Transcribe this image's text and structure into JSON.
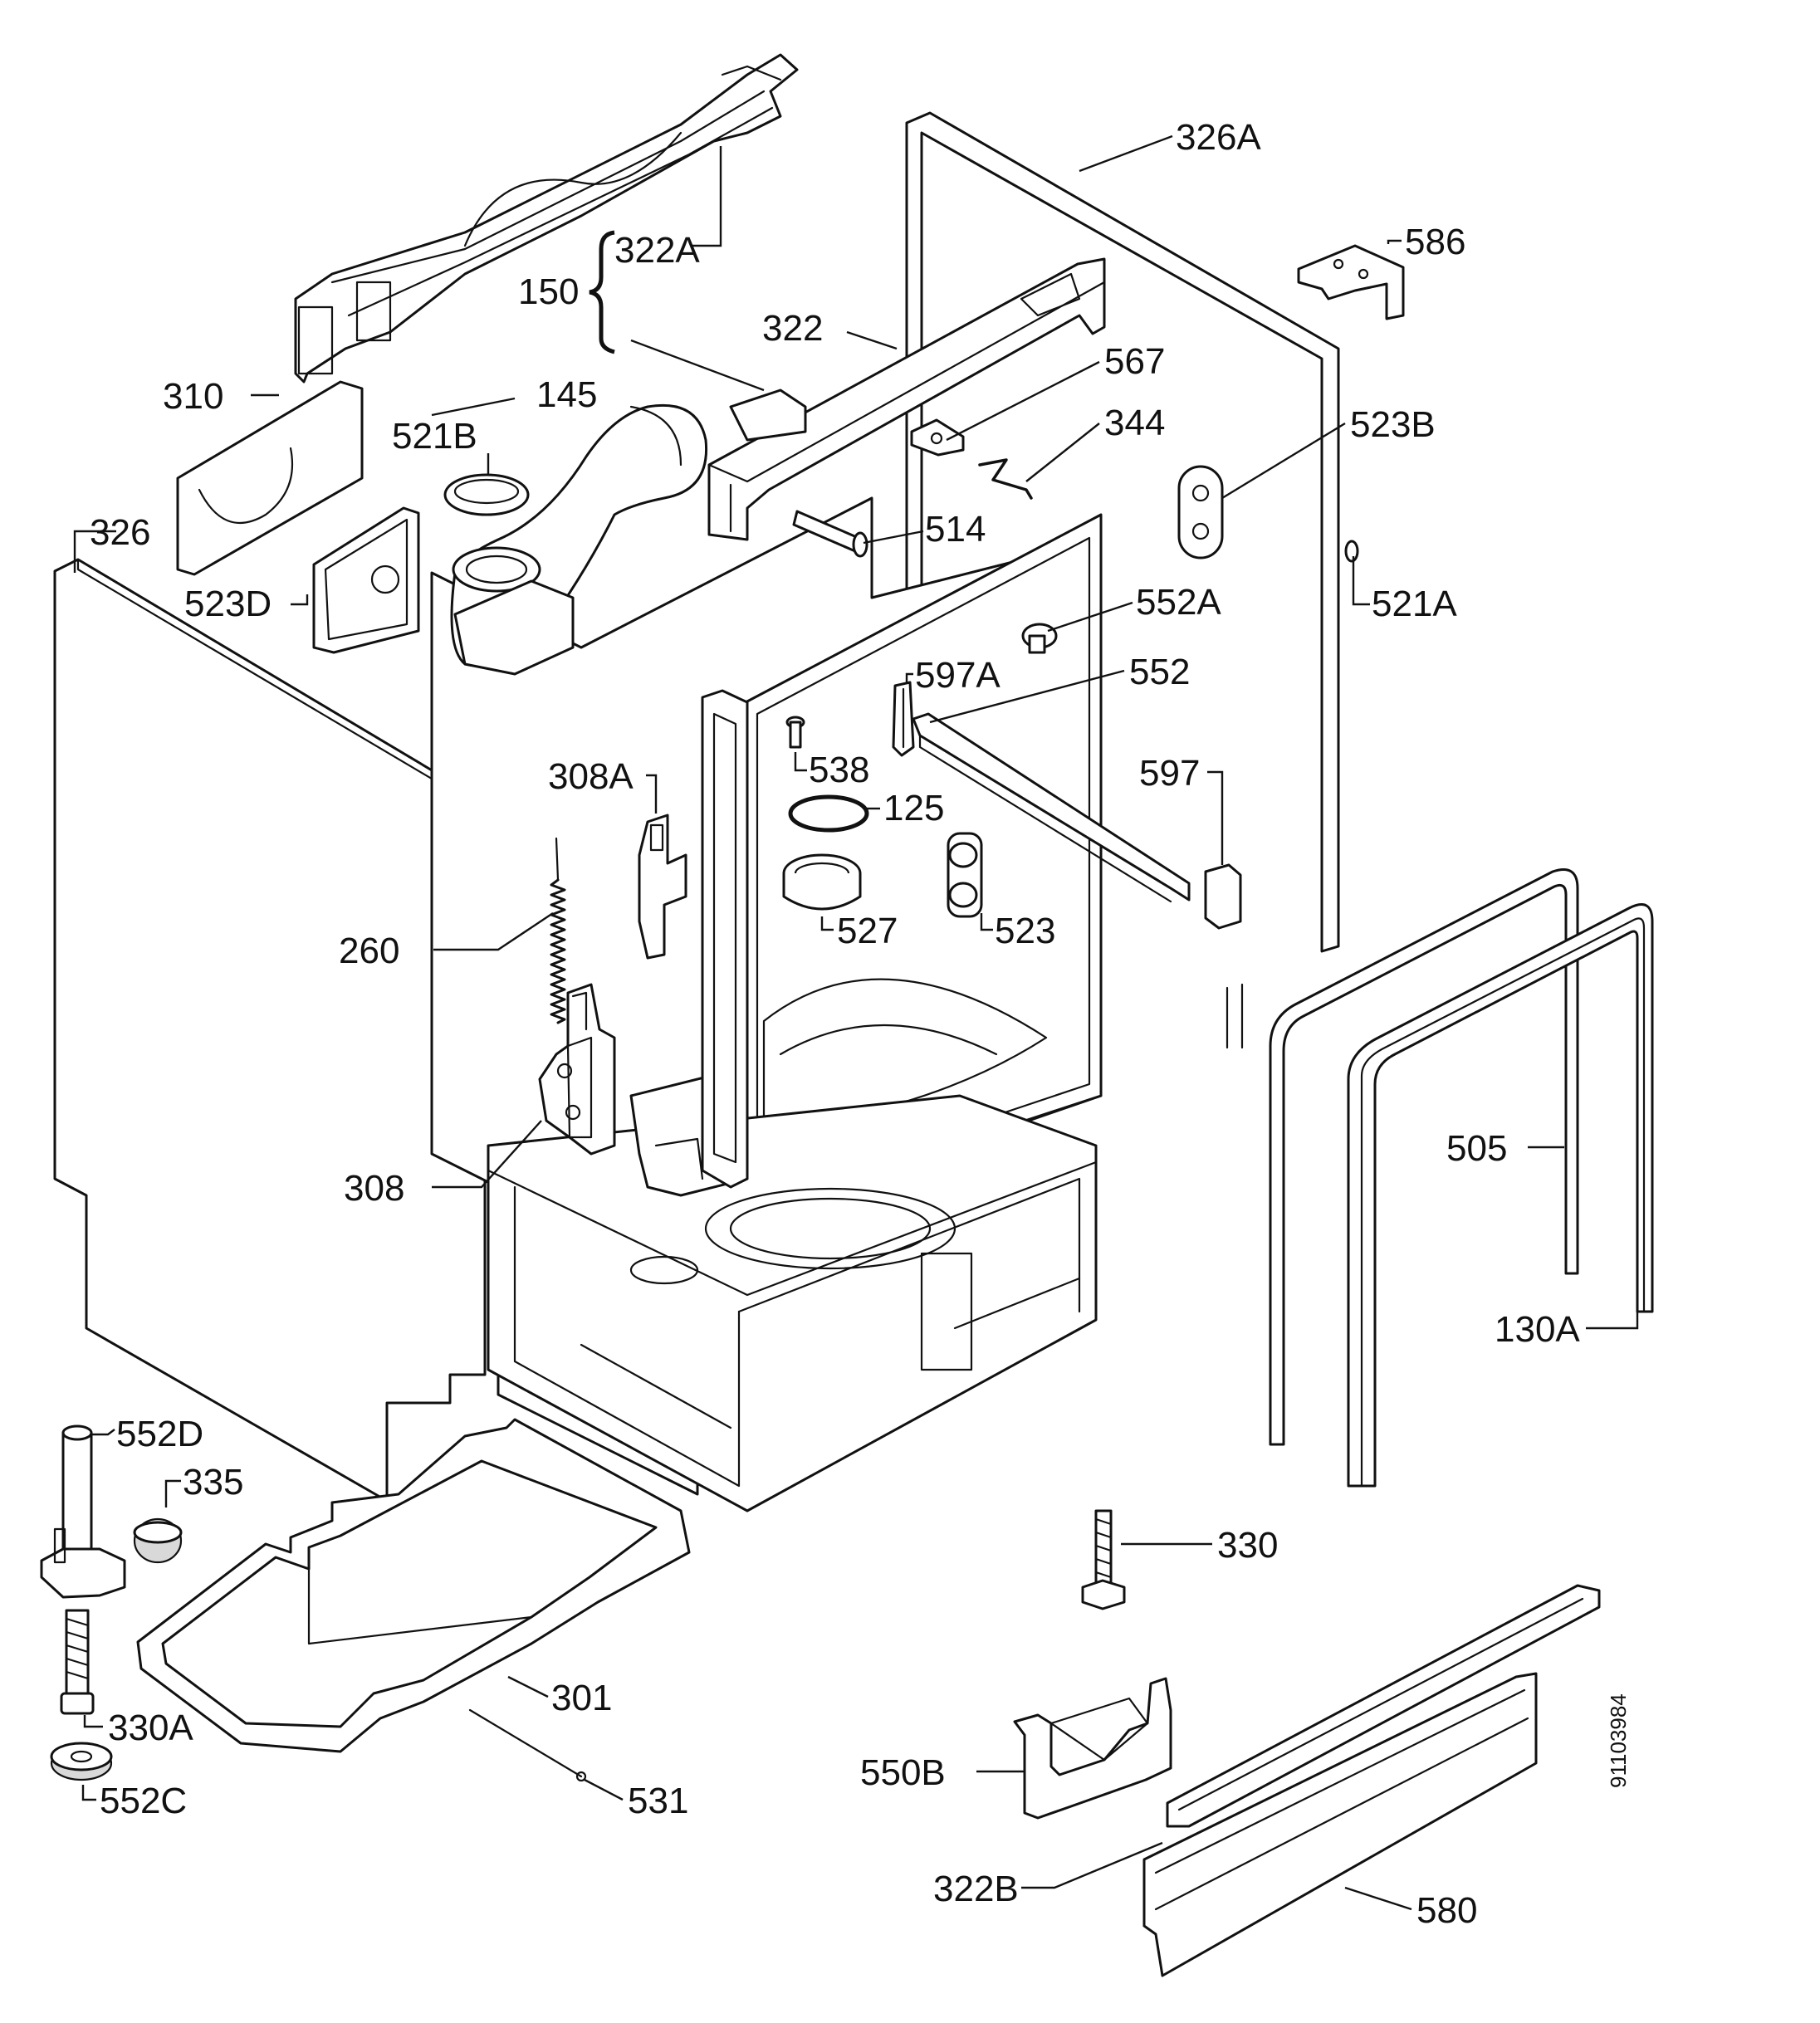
{
  "diagram": {
    "document_number": "91103984",
    "labels": {
      "p326A": "326A",
      "p586": "586",
      "p322A": "322A",
      "p150": "150",
      "p322": "322",
      "p567": "567",
      "p344": "344",
      "p523B": "523B",
      "p310": "310",
      "p145": "145",
      "p521B": "521B",
      "p514": "514",
      "p326": "326",
      "p523D": "523D",
      "p552A": "552A",
      "p521A": "521A",
      "p597A": "597A",
      "p552": "552",
      "p538": "538",
      "p308A": "308A",
      "p597": "597",
      "p125": "125",
      "p260": "260",
      "p527": "527",
      "p523": "523",
      "p505": "505",
      "p308": "308",
      "p130A": "130A",
      "p552D": "552D",
      "p335": "335",
      "p330": "330",
      "p330A": "330A",
      "p301": "301",
      "p550B": "550B",
      "p552C": "552C",
      "p531": "531",
      "p322B": "322B",
      "p580": "580"
    }
  }
}
